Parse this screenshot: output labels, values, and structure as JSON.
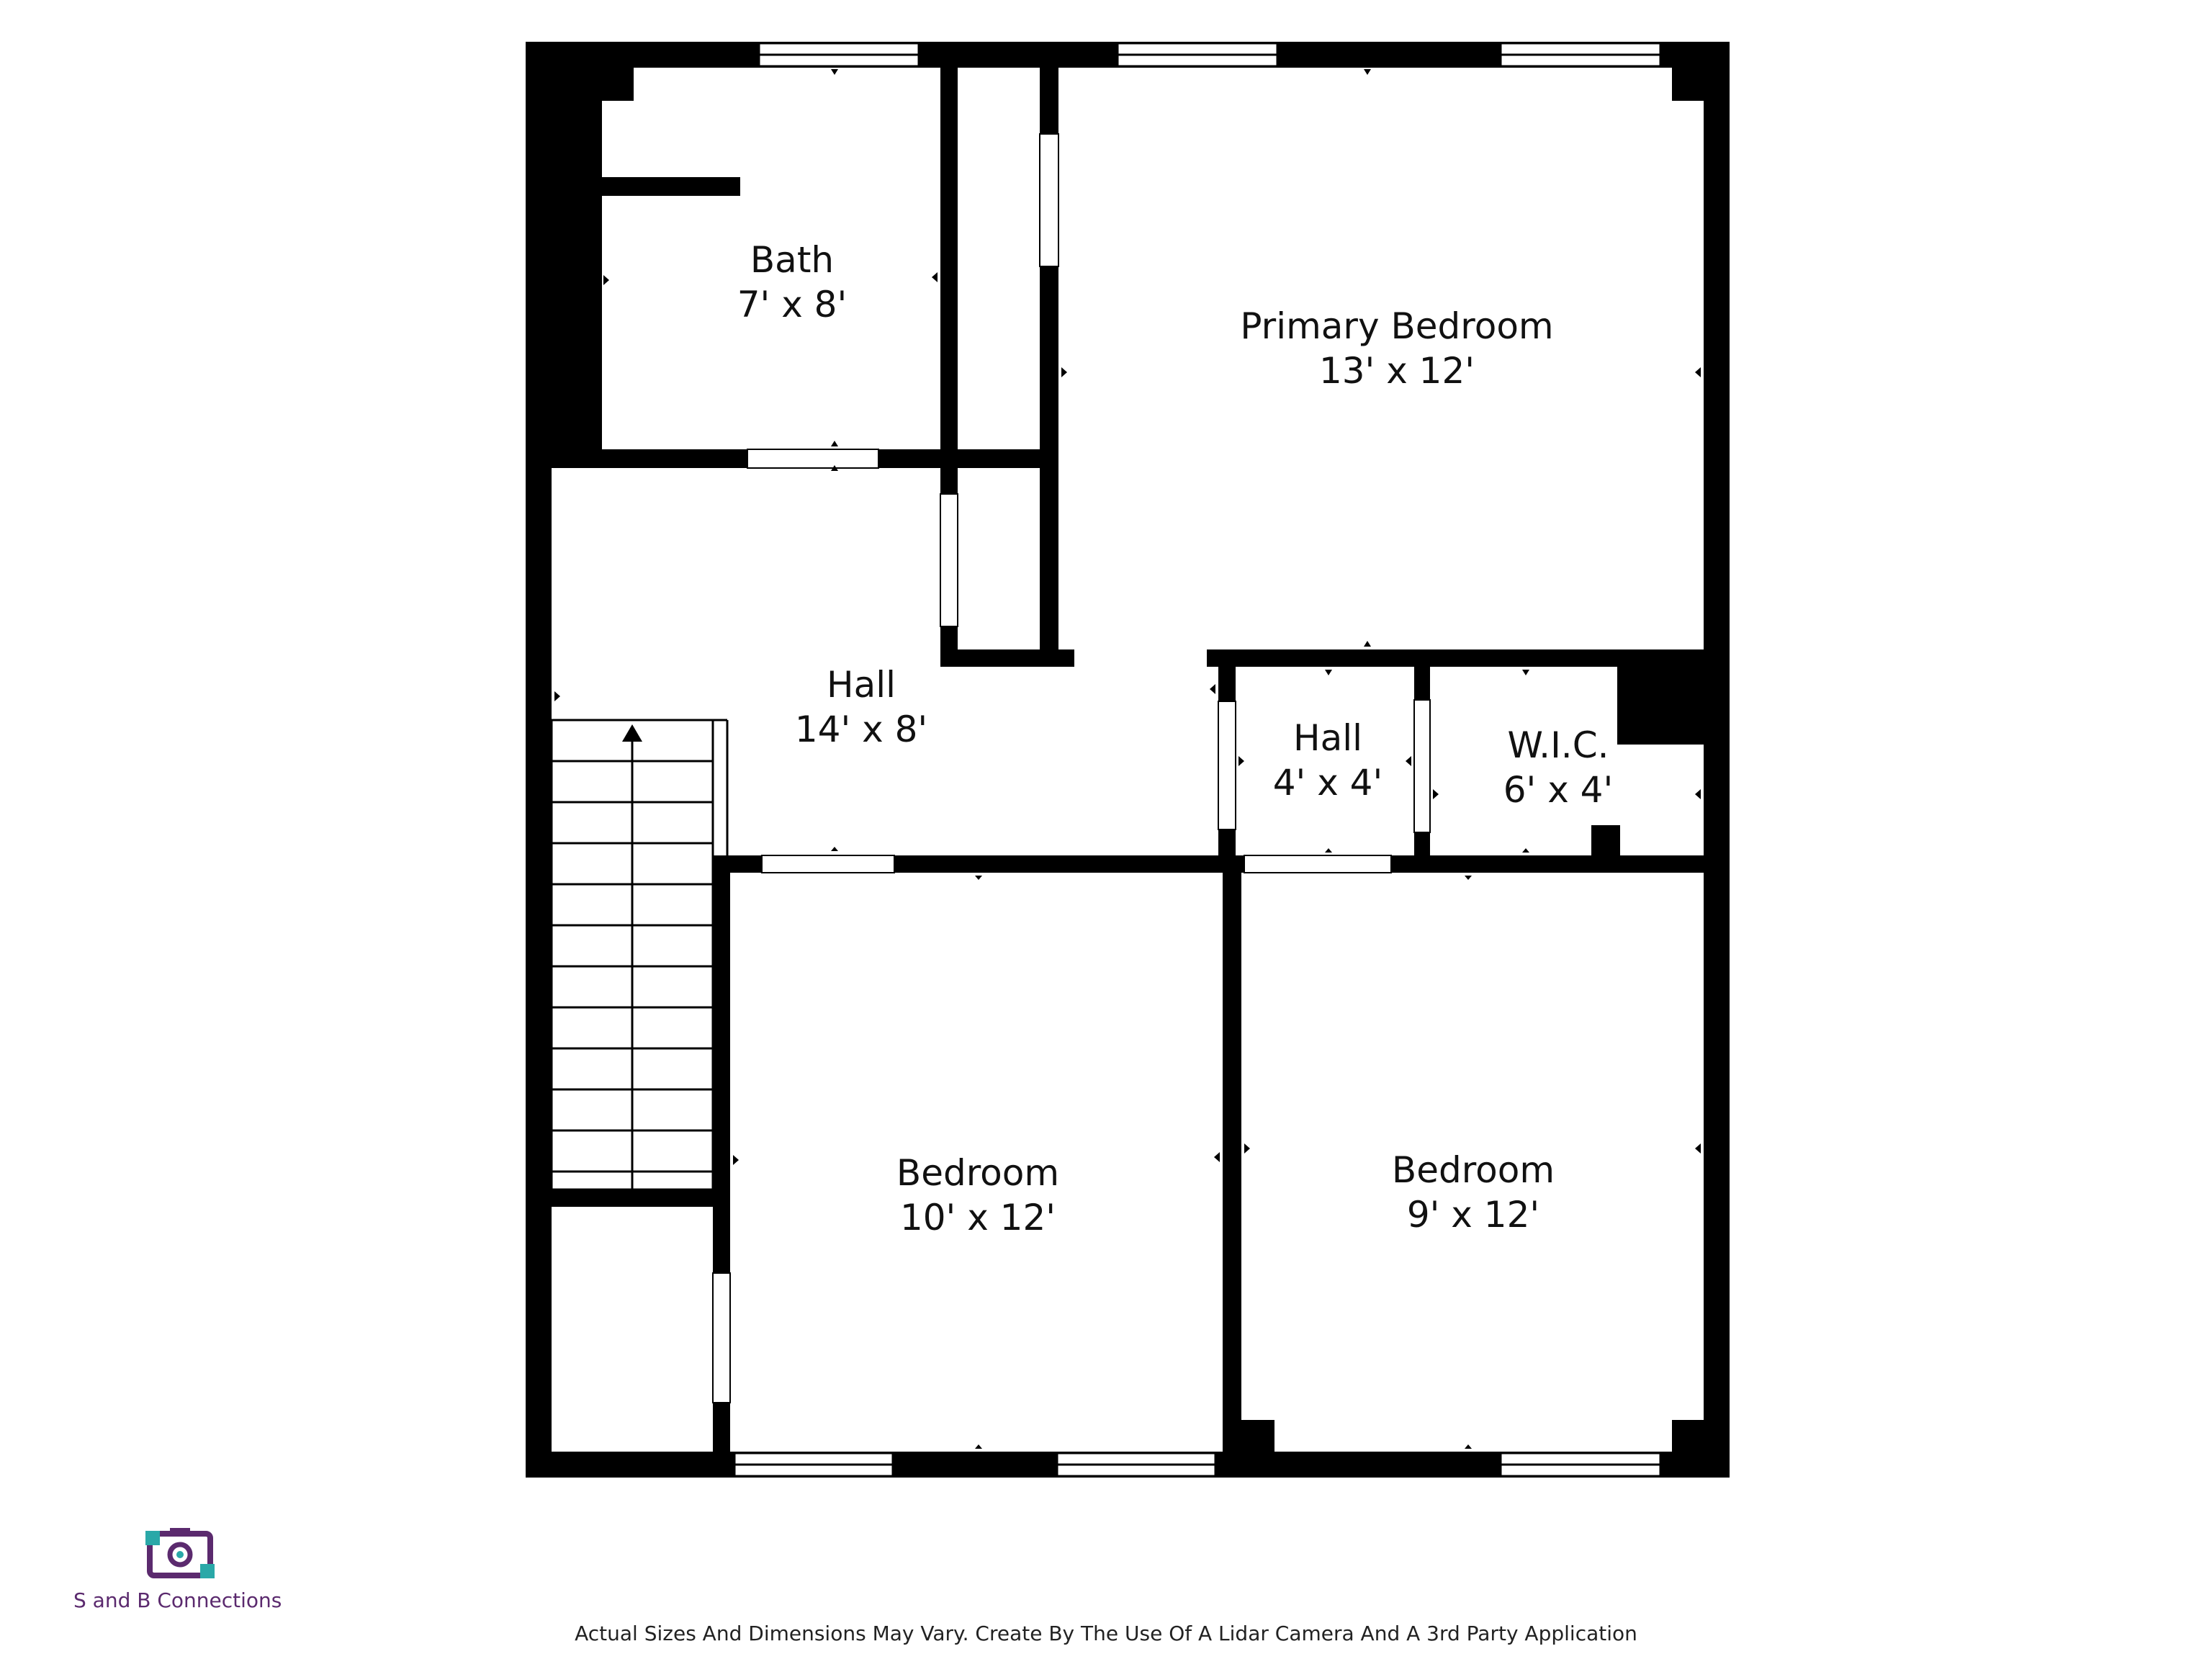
{
  "rooms": {
    "bath": {
      "name": "Bath",
      "dims": "7' x 8'"
    },
    "primary_bedroom": {
      "name": "Primary Bedroom",
      "dims": "13' x 12'"
    },
    "hall_main": {
      "name": "Hall",
      "dims": "14' x 8'"
    },
    "hall_small": {
      "name": "Hall",
      "dims": "4' x 4'"
    },
    "wic": {
      "name": "W.I.C.",
      "dims": "6' x 4'"
    },
    "bedroom_left": {
      "name": "Bedroom",
      "dims": "10' x 12'"
    },
    "bedroom_right": {
      "name": "Bedroom",
      "dims": "9' x 12'"
    }
  },
  "brand": {
    "name": "S and B Connections",
    "icon": "camera-logo-icon",
    "colors": {
      "purple": "#5b2a6e",
      "teal": "#2aa8a8"
    }
  },
  "footer": {
    "disclaimer": "Actual Sizes And Dimensions May Vary. Create By The Use Of A Lidar Camera And A 3rd Party Application"
  }
}
